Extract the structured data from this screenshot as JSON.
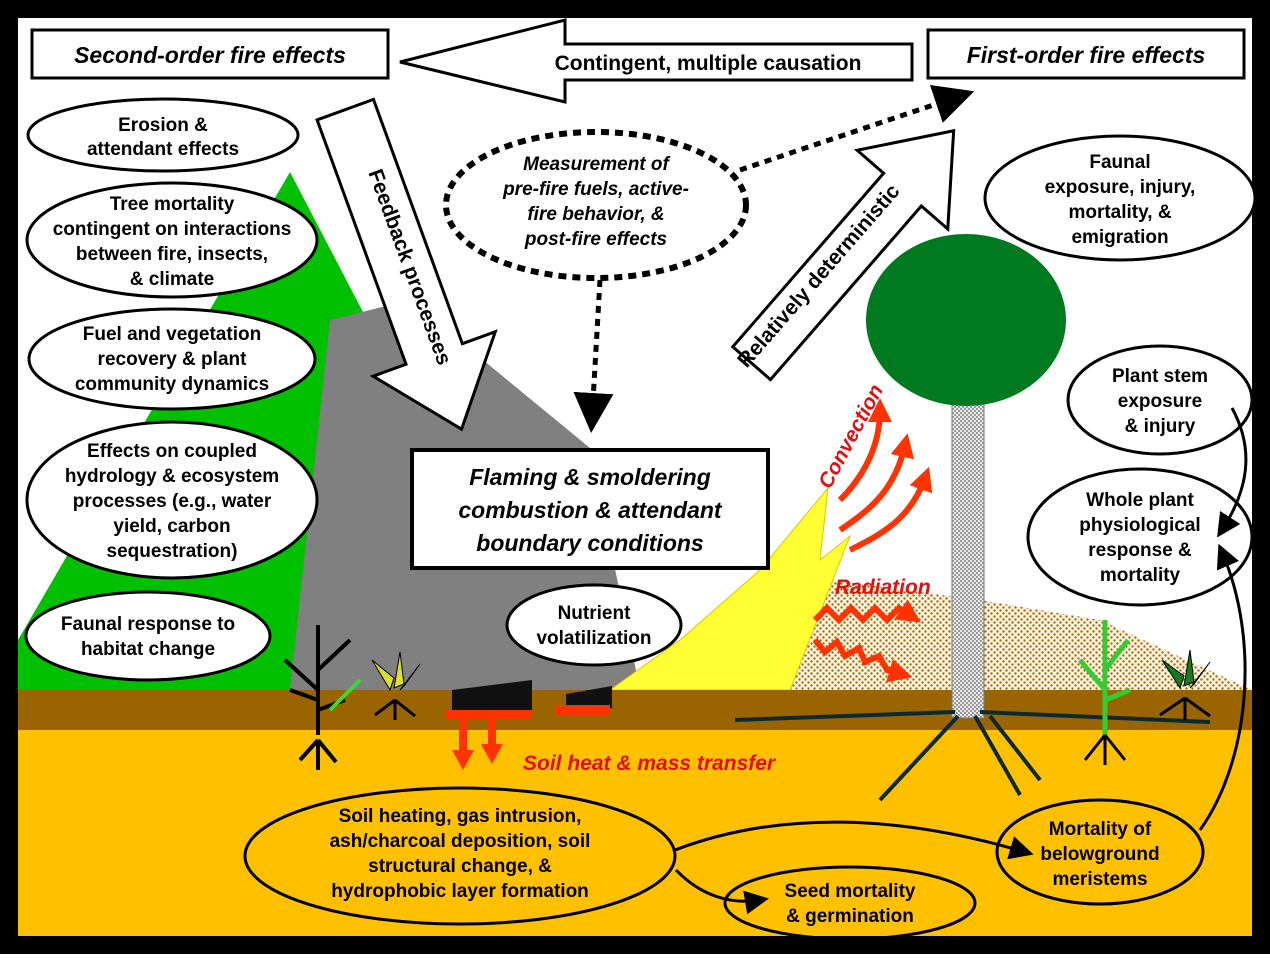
{
  "headers": {
    "second_order": "Second-order fire effects",
    "first_order": "First-order fire effects",
    "center_box": [
      "Flaming & smoldering",
      "combustion & attendant",
      "boundary conditions"
    ]
  },
  "arrows": {
    "contingent": "Contingent, multiple causation",
    "feedback": "Feedback processes",
    "deterministic": "Relatively deterministic"
  },
  "measurement": [
    "Measurement  of",
    "pre-fire fuels, active-",
    "fire behavior,  &",
    "post-fire effects"
  ],
  "left_ovals": {
    "erosion": [
      "Erosion &",
      "attendant effects"
    ],
    "tree_mortality": [
      "Tree mortality",
      "contingent on interactions",
      "between fire, insects,",
      "& climate"
    ],
    "fuel_recovery": [
      "Fuel and vegetation",
      "recovery & plant",
      "community dynamics"
    ],
    "hydrology": [
      "Effects on coupled",
      "hydrology & ecosystem",
      "processes (e.g., water",
      "yield, carbon",
      "sequestration)"
    ],
    "faunal_response": [
      "Faunal response to",
      "habitat change"
    ]
  },
  "nutrient": [
    "Nutrient",
    "volatilization"
  ],
  "right_ovals": {
    "faunal_exposure": [
      "Faunal",
      "exposure, injury,",
      "mortality, &",
      "emigration"
    ],
    "plant_stem": [
      "Plant stem",
      "exposure",
      "& injury"
    ],
    "whole_plant": [
      "Whole plant",
      "physiological",
      "response &",
      "mortality"
    ]
  },
  "heat_labels": {
    "convection": "Convection",
    "radiation": "Radiation",
    "soil_transfer": "Soil heat & mass transfer"
  },
  "soil_ovals": {
    "soil_heating": [
      "Soil heating, gas intrusion,",
      "ash/charcoal deposition, soil",
      "structural change,  &",
      "hydrophobic layer formation"
    ],
    "seed": [
      "Seed mortality",
      "& germination"
    ],
    "meristems": [
      "Mortality of",
      "belowground",
      "meristems"
    ]
  },
  "colors": {
    "sky": "#ffffff",
    "mountain_green": "#00c000",
    "mountain_gray": "#808080",
    "flame": "#ffff33",
    "ground": "#9a6400",
    "soil": "#ffc000",
    "heat_arrow": "#ff3300",
    "tree_canopy": "#007a1f",
    "label_red": "#dd1111"
  }
}
